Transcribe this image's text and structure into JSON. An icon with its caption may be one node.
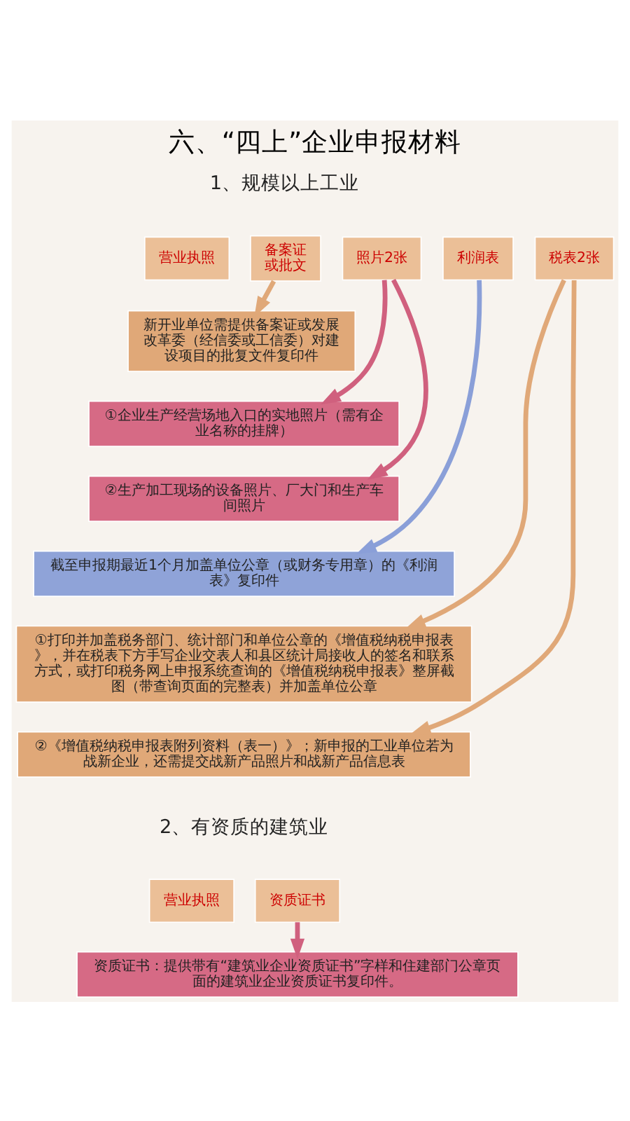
{
  "diagram": {
    "title": "六、“四上”企业申报材料",
    "nodes": [
      {
        "text": [
          "营业执照"
        ]
      },
      {
        "text": [
          "备案证或批文"
        ]
      },
      {
        "text": [
          "照片2张"
        ]
      },
      {
        "text": [
          "利润表"
        ]
      },
      {
        "text": [
          "税表2张"
        ]
      },
      {
        "text": [
          "新开业单位需提供备案证或发展改革委（经信委或工信委）对建设项目的批复文件复印件"
        ]
      },
      {
        "text": [
          "①企业生产经营场地入口的实地照片（需有企业名称的挂牌）"
        ]
      },
      {
        "text": [
          "②生产加工现场的设备照片、厂大门和生产车间照片"
        ]
      },
      {
        "text": [
          "截至申报期最近1个月加盖单位公章（或财务专用章）的《利润表》复印件"
        ]
      },
      {
        "text": [
          "①打印并加盖税务部门、统计部门和单位公章的《增值税纳税申报表》，并在税表下方手写企业交表人和县区统计局接收人的签名和联系方式，或打印税务网上申报系统查询的《增值税纳税申报表》整屏截图（带查询页面的完整表）并加盖单位公章"
        ]
      },
      {
        "text": [
          "②《增值税纳税申报表附列资料（表一）》；新申报的工业单位若为战新企业，还需提交战新产品照片和战新产品信息表"
        ]
      },
      {
        "text": [
          "营业执照"
        ]
      },
      {
        "text": [
          "资质证书"
        ]
      },
      {
        "text": [
          "资质证书：提供带有“建筑业企业资质证书”字样和住建部门公章页面的建筑业企业资质证书复印件。"
        ]
      }
    ],
    "edges": [
      {
        "from": 1,
        "to": 5,
        "arrow": "to",
        "color": "#e0a878"
      },
      {
        "from": 2,
        "to": 6,
        "arrow": "to",
        "color": "#d0607e"
      },
      {
        "from": 2,
        "to": 7,
        "arrow": "to",
        "color": "#d0607e"
      },
      {
        "from": 3,
        "to": 8,
        "arrow": "to",
        "color": "#8a9fd8"
      },
      {
        "from": 4,
        "to": 9,
        "arrow": "to",
        "color": "#e0a878"
      },
      {
        "from": 4,
        "to": 10,
        "arrow": "to",
        "color": "#e0a878"
      },
      {
        "from": 12,
        "to": 13,
        "arrow": "to",
        "color": "#d0607e"
      }
    ],
    "labels": [
      "1、规模以上工业",
      "2、有资质的建筑业"
    ]
  }
}
